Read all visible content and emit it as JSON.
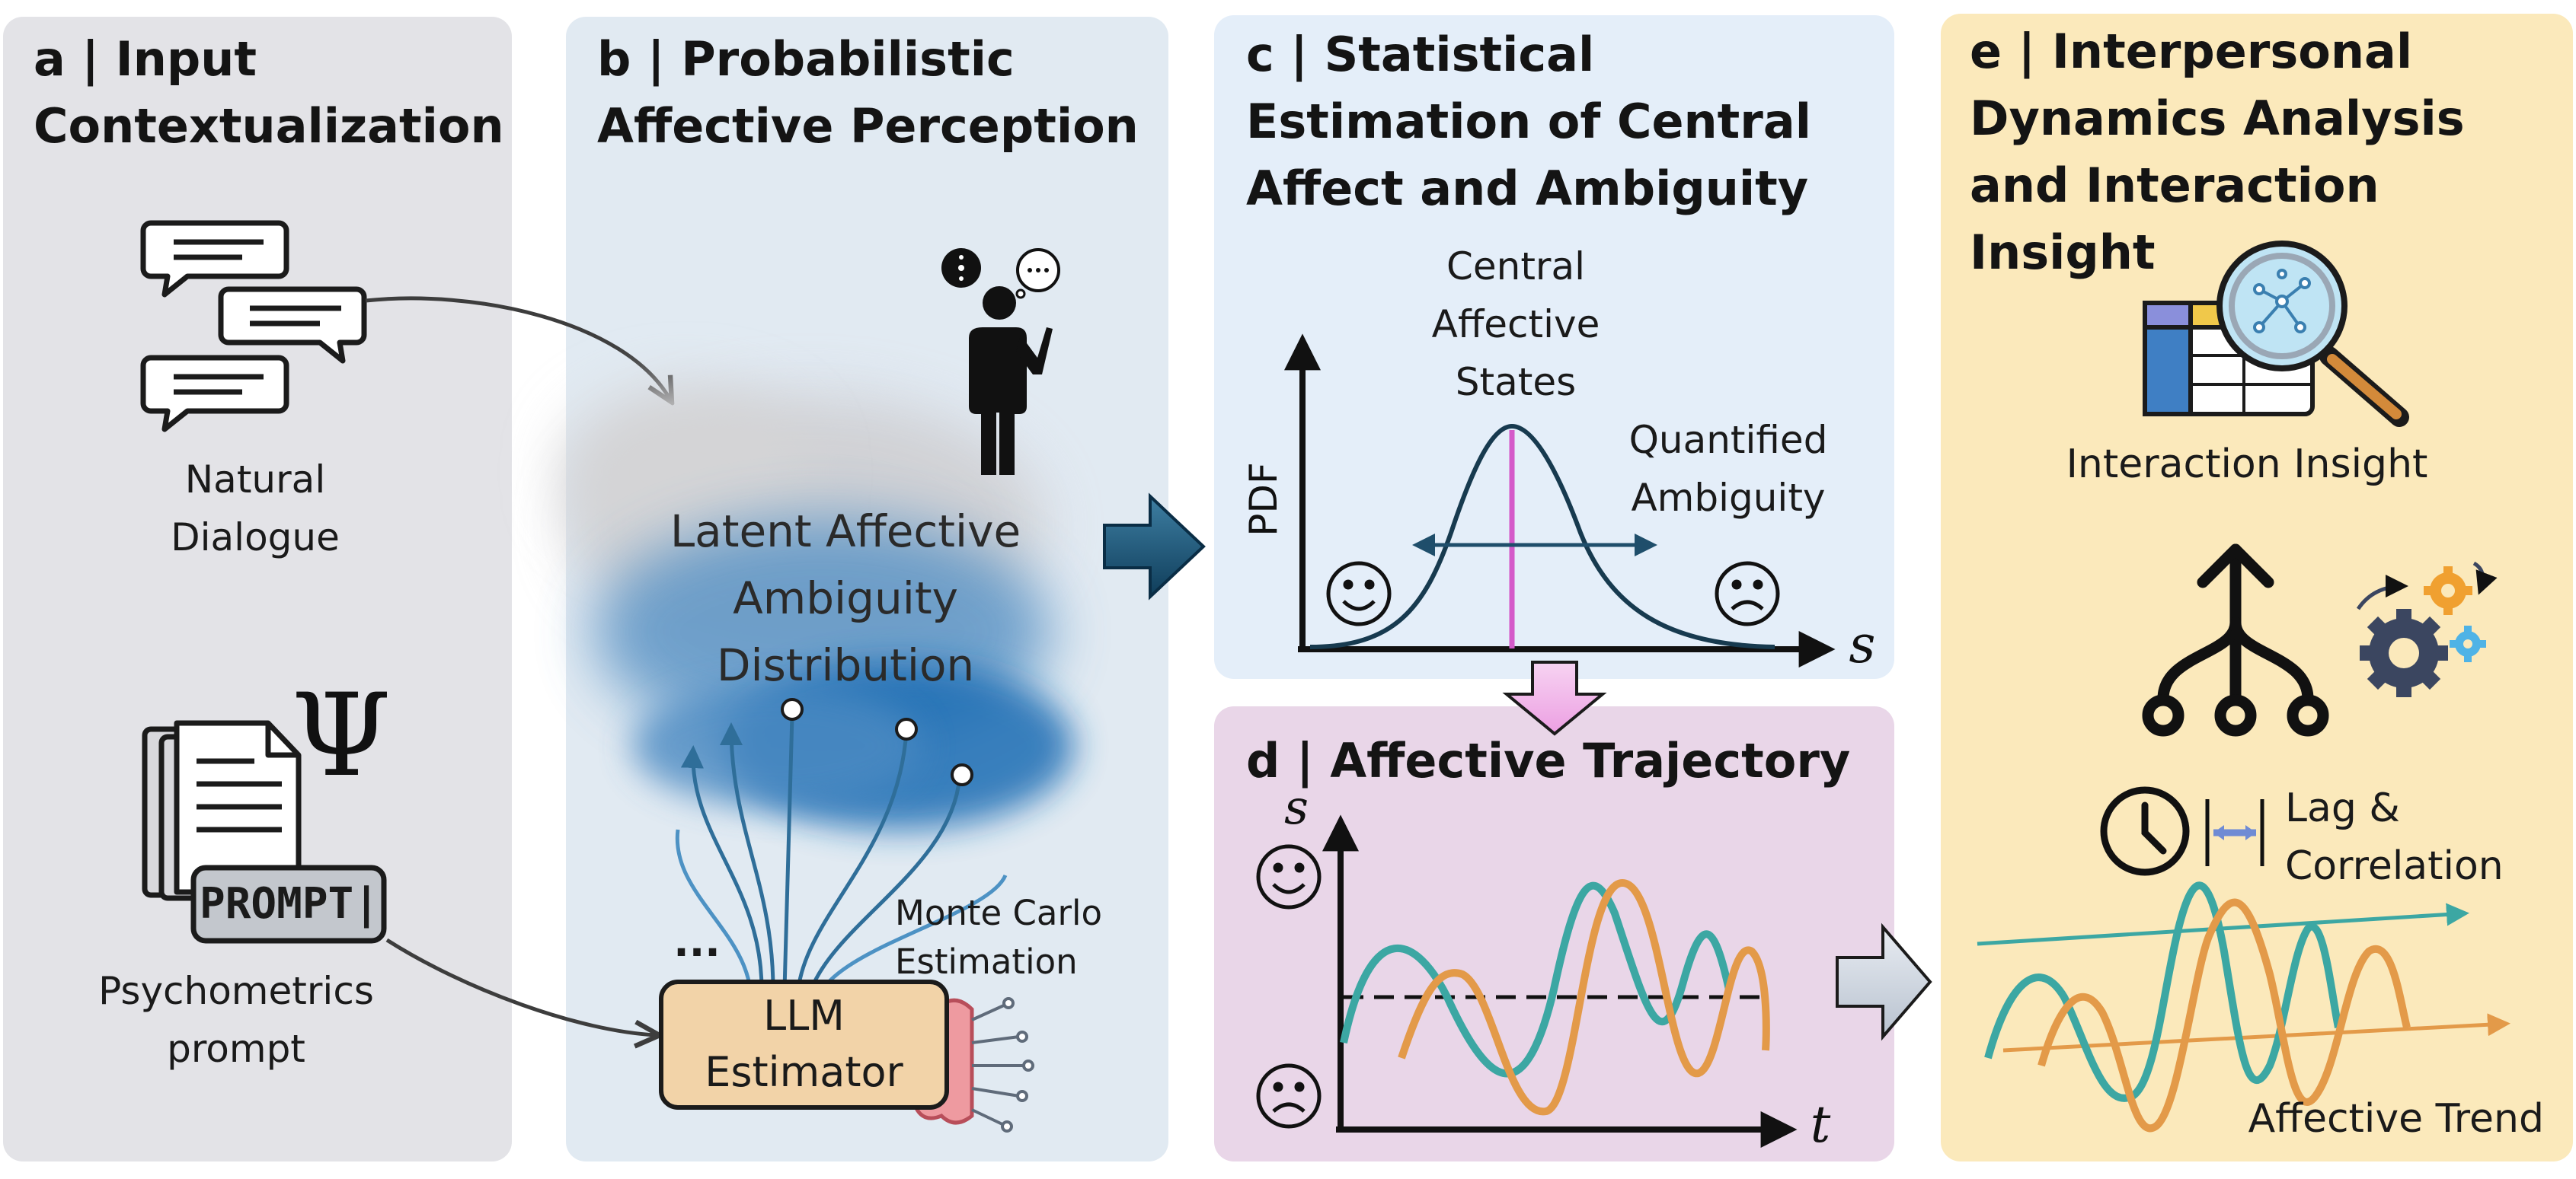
{
  "panels": {
    "a": {
      "title_line1": "a | Input",
      "title_line2": "Contextualization"
    },
    "b": {
      "title_line1": "b | Probabilistic",
      "title_line2": "Affective Perception"
    },
    "c": {
      "title_line1": "c | Statistical",
      "title_line2": "Estimation of Central",
      "title_line3": "Affect and Ambiguity"
    },
    "d": {
      "title": "d | Affective Trajectory"
    },
    "e": {
      "title_line1": "e | Interpersonal",
      "title_line2": "Dynamics Analysis",
      "title_line3": "and Interaction Insight"
    }
  },
  "labels": {
    "natural_dialogue_1": "Natural",
    "natural_dialogue_2": "Dialogue",
    "psychometrics_1": "Psychometrics",
    "psychometrics_2": "prompt",
    "prompt_tag": "PROMPT|",
    "psi": "Ψ",
    "latent_1": "Latent Affective",
    "latent_2": "Ambiguity",
    "latent_3": "Distribution",
    "ellipsis": "...",
    "monte_carlo_1": "Monte Carlo",
    "monte_carlo_2": "Estimation",
    "llm_1": "LLM",
    "llm_2": "Estimator",
    "central_1": "Central",
    "central_2": "Affective",
    "central_3": "States",
    "quantified_1": "Quantified",
    "quantified_2": "Ambiguity",
    "pdf_axis": "PDF",
    "s_axis": "s",
    "t_axis": "t",
    "interaction_insight": "Interaction Insight",
    "lag_1": "Lag &",
    "lag_2": "Correlation",
    "affective_trend": "Affective Trend"
  },
  "colors": {
    "panel_a": "#e3e3e7",
    "panel_b": "#e1eaf2",
    "panel_c": "#e4eef9",
    "panel_d": "#e9d6e8",
    "panel_e": "#fbe9bb",
    "teal": "#3ca7a3",
    "orange": "#e39a49",
    "navy": "#1f4e6b",
    "magenta": "#d45ac9",
    "llm_box": "#f2d3a8"
  },
  "icons": [
    "chat-bubbles-icon",
    "document-stack-icon",
    "person-thinking-icon",
    "brain-circuit-icon",
    "smile-icon",
    "frown-icon",
    "table-magnifier-icon",
    "branch-icon",
    "gears-icon",
    "clock-icon"
  ]
}
